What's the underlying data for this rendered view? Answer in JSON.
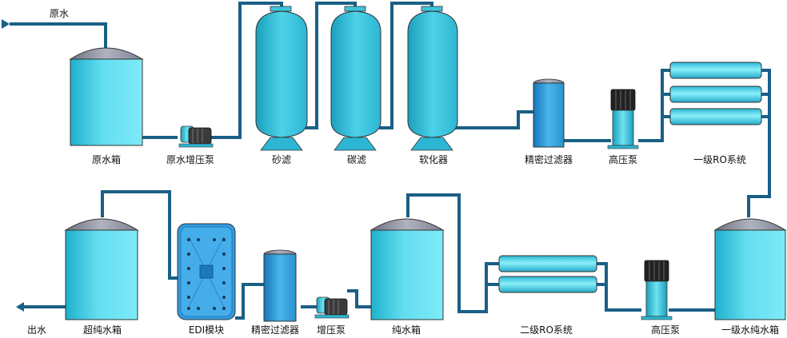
{
  "labels": {
    "raw_water_in": "原水",
    "raw_water_tank": "原水箱",
    "raw_water_booster_pump": "原水增压泵",
    "sand_filter": "砂滤",
    "carbon_filter": "碳滤",
    "softener": "软化器",
    "precision_filter_1": "精密过滤器",
    "high_pressure_pump_1": "高压泵",
    "ro_stage_1": "一级RO系统",
    "ultrapure_water_tank": "超纯水箱",
    "edi_module": "EDI模块",
    "precision_filter_2": "精密过滤器",
    "booster_pump_2": "增压泵",
    "pure_water_tank": "纯水箱",
    "ro_stage_2": "二级RO系统",
    "high_pressure_pump_2": "高压泵",
    "stage1_pure_water_tank": "一级水纯水箱",
    "water_out": "出水"
  },
  "colors": {
    "pipe": "#1a5f86",
    "tank_light": "#7fe9f6",
    "tank_mid": "#3cc8e0",
    "tank_dark": "#1a9fbd",
    "dome": "#8a8e9c",
    "motor": "#3a3a3a",
    "edi_blue": "#2f9be0"
  }
}
